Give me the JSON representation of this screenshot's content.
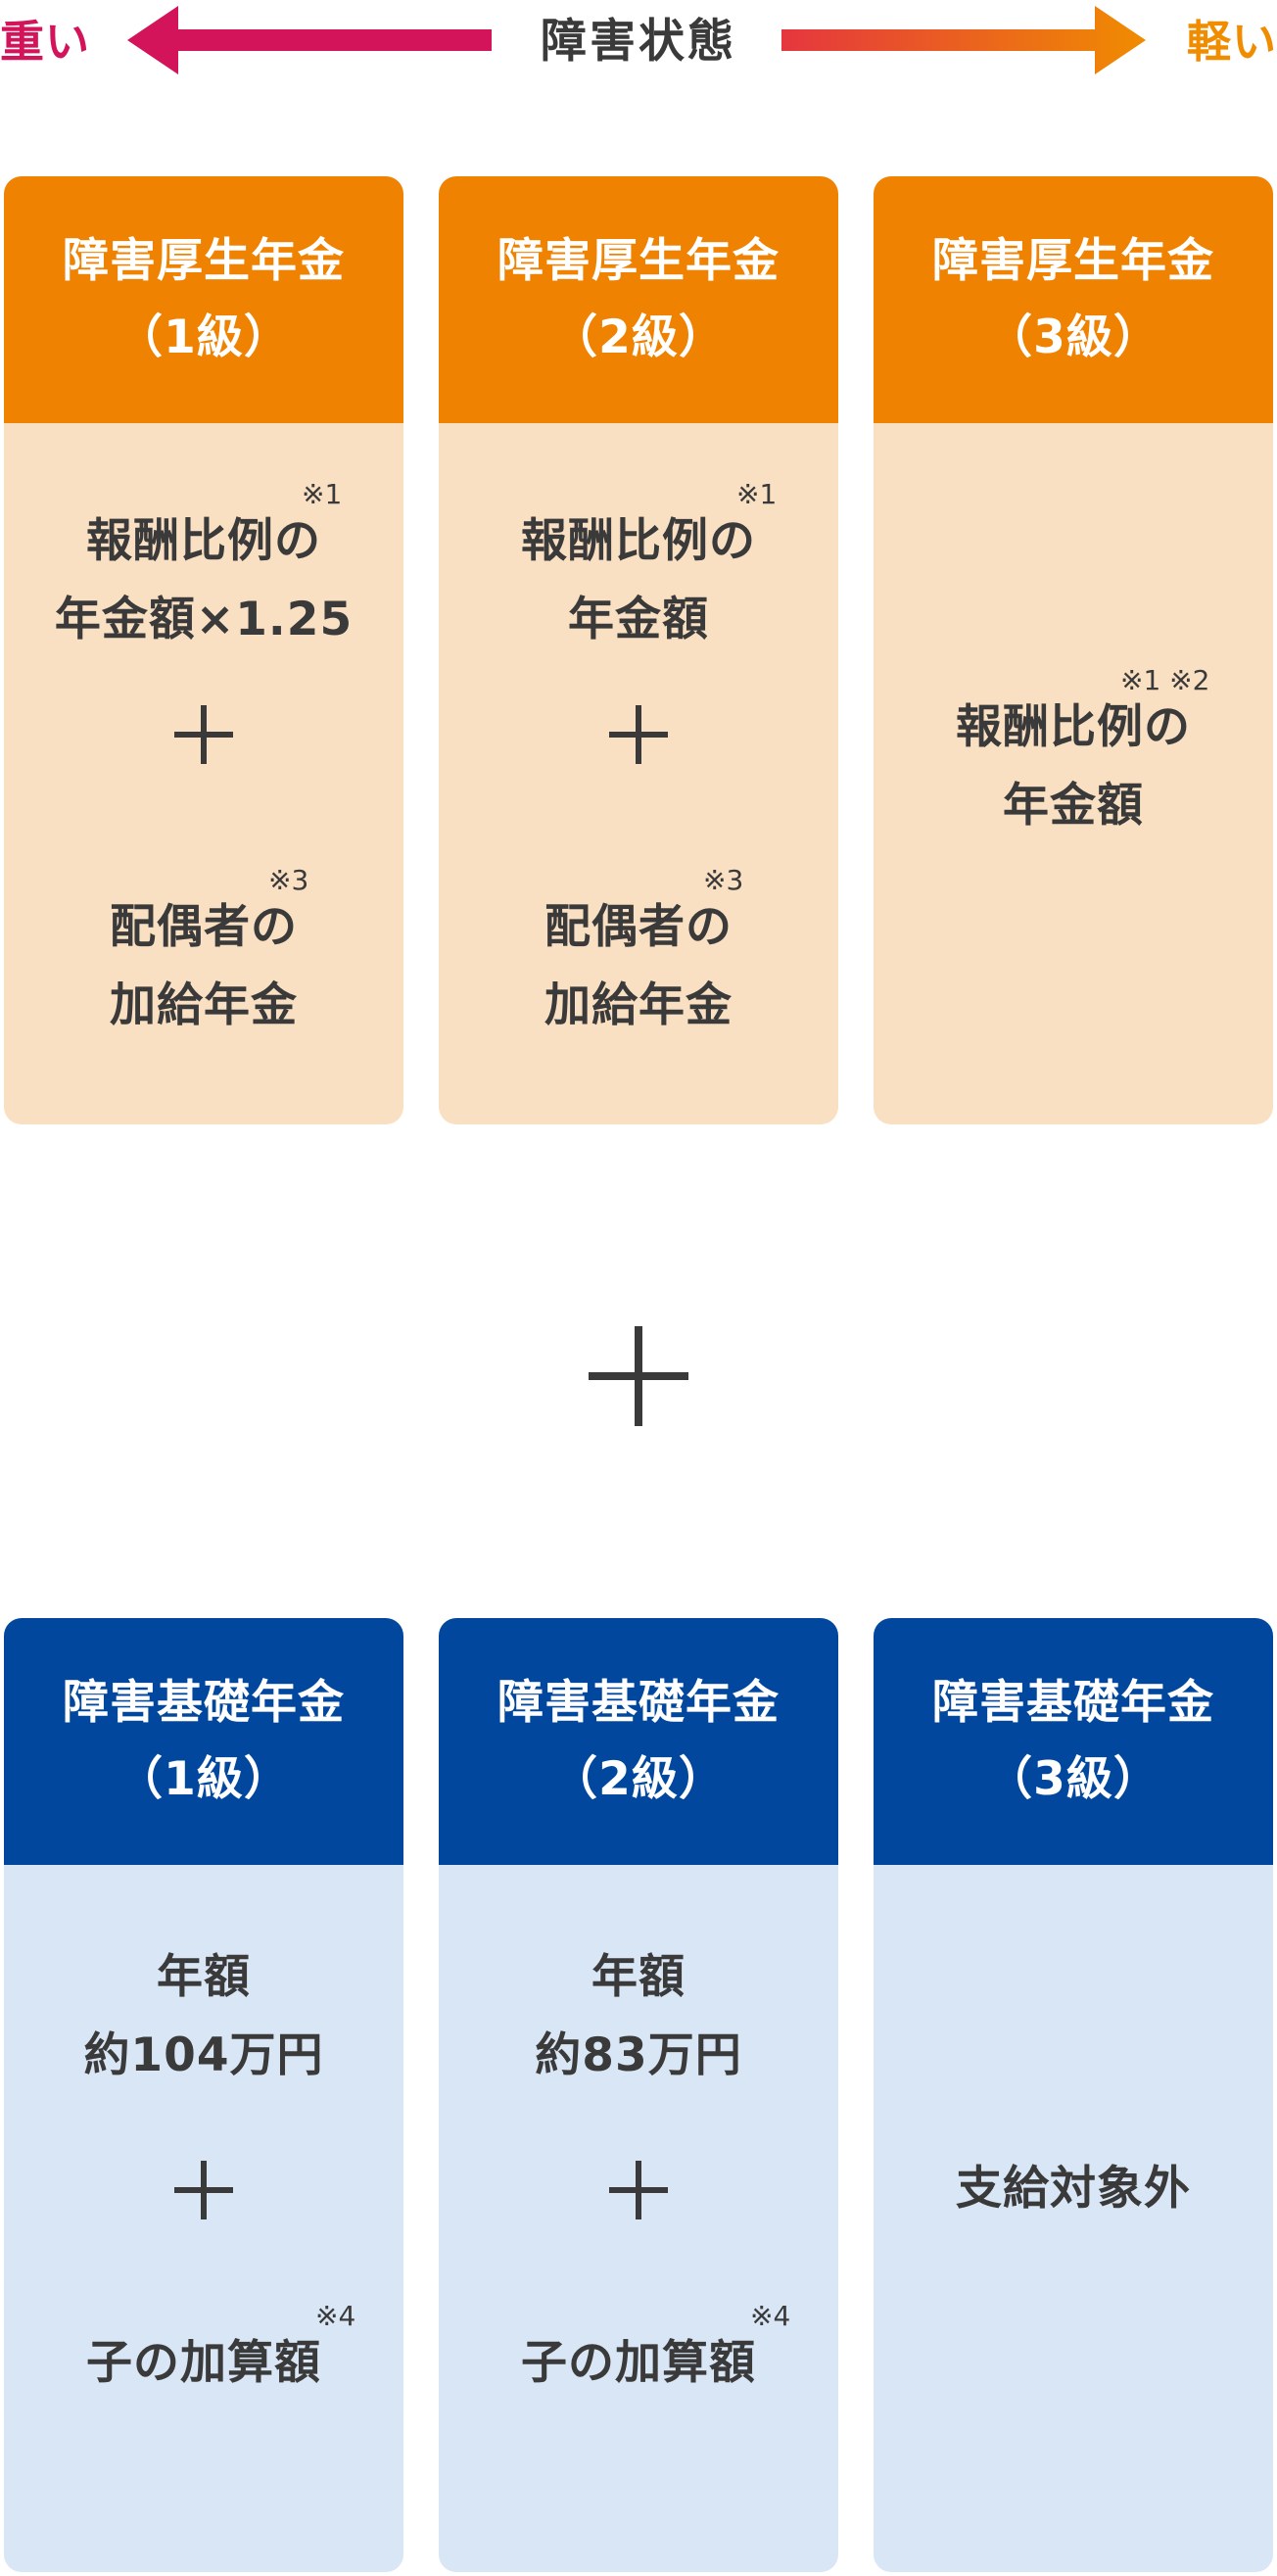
{
  "legend": {
    "heavy": "重い",
    "center": "障害状態",
    "light": "軽い",
    "colors": {
      "heavy": "#d4145a",
      "light": "#f08c00"
    }
  },
  "pension_employee": {
    "color_head": "#ef8200",
    "color_body": "#fae0c3",
    "cards": [
      {
        "title": "障害厚生年金",
        "grade": "（1級）",
        "line1": "報酬比例の",
        "line2": "年金額×1.25",
        "note1": "※1",
        "line3": "配偶者の",
        "line4": "加給年金",
        "note2": "※3"
      },
      {
        "title": "障害厚生年金",
        "grade": "（2級）",
        "line1": "報酬比例の",
        "line2": "年金額",
        "note1": "※1",
        "line3": "配偶者の",
        "line4": "加給年金",
        "note2": "※3"
      },
      {
        "title": "障害厚生年金",
        "grade": "（3級）",
        "line1": "報酬比例の",
        "line2": "年金額",
        "note1": "※1 ※2"
      }
    ]
  },
  "pension_basic": {
    "color_head": "#00479d",
    "color_body": "#d9e6f5",
    "cards": [
      {
        "title": "障害基礎年金",
        "grade": "（1級）",
        "line1": "年額",
        "line2": "約104万円",
        "line3": "子の加算額",
        "note1": "※4"
      },
      {
        "title": "障害基礎年金",
        "grade": "（2級）",
        "line1": "年額",
        "line2": "約83万円",
        "line3": "子の加算額",
        "note1": "※4"
      },
      {
        "title": "障害基礎年金",
        "grade": "（3級）",
        "line1": "支給対象外"
      }
    ]
  }
}
